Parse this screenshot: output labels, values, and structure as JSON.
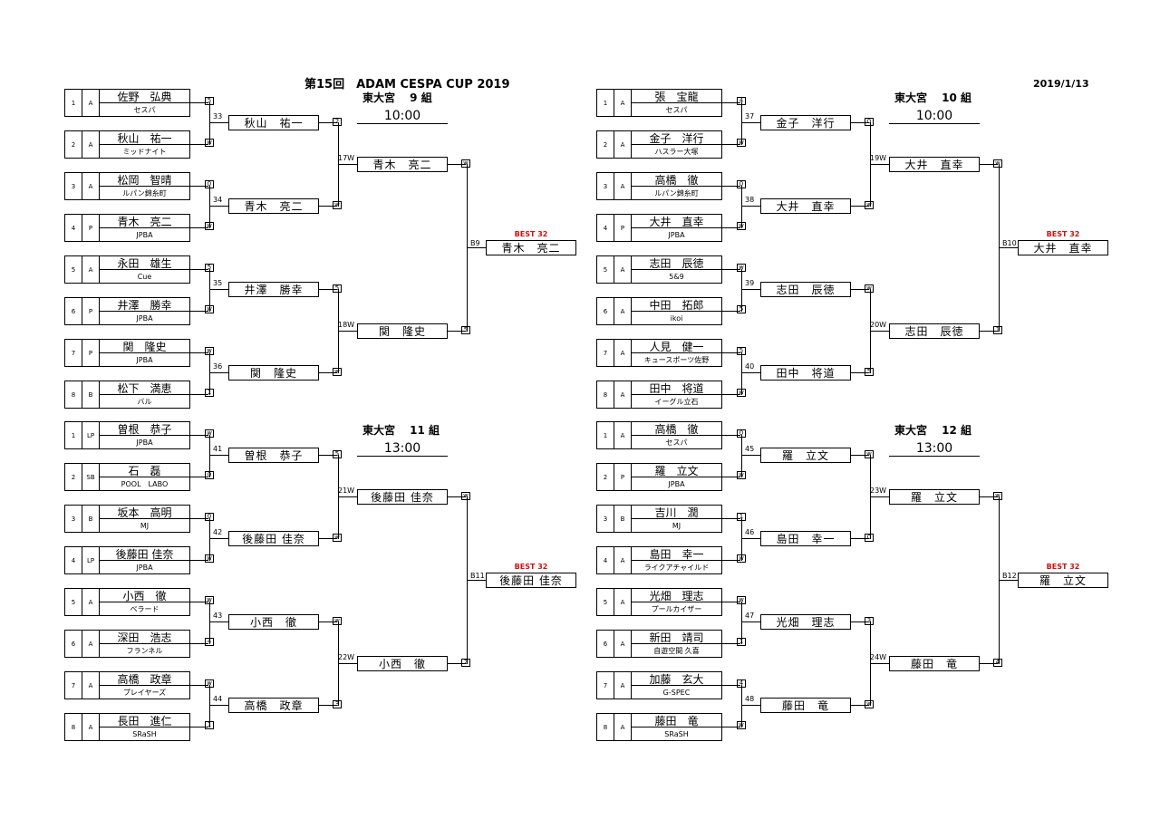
{
  "header": {
    "title": "第15回　ADAM CESPA CUP 2019",
    "date": "2019/1/13"
  },
  "blocks": [
    {
      "group_label": "東大宮　 9 組",
      "time": "10:00",
      "best_label": "BEST 32",
      "seats": [
        {
          "no": "1",
          "cls": "A",
          "name": "佐野　弘典",
          "club": "セスパ",
          "score": "5"
        },
        {
          "no": "2",
          "cls": "A",
          "name": "秋山　祐一",
          "club": "ミッドナイト",
          "score": "w"
        },
        {
          "no": "3",
          "cls": "A",
          "name": "松岡　智晴",
          "club": "ルパン錦糸町",
          "score": "0"
        },
        {
          "no": "4",
          "cls": "P",
          "name": "青木　亮二",
          "club": "JPBA",
          "score": "w"
        },
        {
          "no": "5",
          "cls": "A",
          "name": "永田　雄生",
          "club": "Cue",
          "score": "5"
        },
        {
          "no": "6",
          "cls": "P",
          "name": "井澤　勝幸",
          "club": "JPBA",
          "score": "w"
        },
        {
          "no": "7",
          "cls": "P",
          "name": "関　隆史",
          "club": "JPBA",
          "score": "w"
        },
        {
          "no": "8",
          "cls": "B",
          "name": "松下　満恵",
          "club": "バル",
          "score": "1"
        }
      ],
      "r2": [
        {
          "match": "33",
          "name": "秋山　祐一",
          "score": "2"
        },
        {
          "match": "34",
          "name": "青木　亮二",
          "score": "w"
        },
        {
          "match": "35",
          "name": "井澤　勝幸",
          "score": "5"
        },
        {
          "match": "36",
          "name": "関　隆史",
          "score": "w"
        }
      ],
      "r3": [
        {
          "match": "17W",
          "name": "青木　亮二",
          "score": "w"
        },
        {
          "match": "18W",
          "name": "関　隆史",
          "score": "5"
        }
      ],
      "final": {
        "match": "B9",
        "name": "青木　亮二"
      }
    },
    {
      "group_label": "東大宮　 10 組",
      "time": "10:00",
      "best_label": "BEST 32",
      "seats": [
        {
          "no": "1",
          "cls": "A",
          "name": "張　宝龍",
          "club": "セスパ",
          "score": "4"
        },
        {
          "no": "2",
          "cls": "A",
          "name": "金子　洋行",
          "club": "ハスラー大塚",
          "score": "w"
        },
        {
          "no": "3",
          "cls": "A",
          "name": "高橋　徹",
          "club": "ルパン錦糸町",
          "score": "0"
        },
        {
          "no": "4",
          "cls": "P",
          "name": "大井　直幸",
          "club": "JPBA",
          "score": "w"
        },
        {
          "no": "5",
          "cls": "A",
          "name": "志田　辰徳",
          "club": "5&9",
          "score": "w"
        },
        {
          "no": "6",
          "cls": "A",
          "name": "中田　拓郎",
          "club": "ikoi",
          "score": "5"
        },
        {
          "no": "7",
          "cls": "A",
          "name": "人見　健一",
          "club": "キュースポーツ佐野",
          "score": "5"
        },
        {
          "no": "8",
          "cls": "A",
          "name": "田中　将道",
          "club": "イーグル立石",
          "score": "w"
        }
      ],
      "r2": [
        {
          "match": "37",
          "name": "金子　洋行",
          "score": "0"
        },
        {
          "match": "38",
          "name": "大井　直幸",
          "score": "w"
        },
        {
          "match": "39",
          "name": "志田　辰徳",
          "score": "w"
        },
        {
          "match": "40",
          "name": "田中　将道",
          "score": "5"
        }
      ],
      "r3": [
        {
          "match": "19W",
          "name": "大井　直幸",
          "score": "w"
        },
        {
          "match": "20W",
          "name": "志田　辰徳",
          "score": "1"
        }
      ],
      "final": {
        "match": "B10",
        "name": "大井　直幸"
      }
    },
    {
      "group_label": "東大宮　 11 組",
      "time": "13:00",
      "best_label": "BEST 32",
      "seats": [
        {
          "no": "1",
          "cls": "LP",
          "name": "曽根　恭子",
          "club": "JPBA",
          "score": "w"
        },
        {
          "no": "2",
          "cls": "SB",
          "name": "石　磊",
          "club": "POOL　LABO",
          "score": "0"
        },
        {
          "no": "3",
          "cls": "B",
          "name": "坂本　高明",
          "club": "MJ",
          "score": "0"
        },
        {
          "no": "4",
          "cls": "LP",
          "name": "後藤田 佳奈",
          "club": "JPBA",
          "score": "w"
        },
        {
          "no": "5",
          "cls": "A",
          "name": "小西　徹",
          "club": "ベラード",
          "score": "w"
        },
        {
          "no": "6",
          "cls": "A",
          "name": "深田　浩志",
          "club": "フランネル",
          "score": "4"
        },
        {
          "no": "7",
          "cls": "A",
          "name": "高橋　政章",
          "club": "プレイヤーズ",
          "score": "w"
        },
        {
          "no": "8",
          "cls": "A",
          "name": "長田　進仁",
          "club": "SRaSH",
          "score": "1"
        }
      ],
      "r2": [
        {
          "match": "41",
          "name": "曽根　恭子",
          "score": "5"
        },
        {
          "match": "42",
          "name": "後藤田 佳奈",
          "score": "w"
        },
        {
          "match": "43",
          "name": "小西　徹",
          "score": "w"
        },
        {
          "match": "44",
          "name": "高橋　政章",
          "score": "3"
        }
      ],
      "r3": [
        {
          "match": "21W",
          "name": "後藤田 佳奈",
          "score": "w"
        },
        {
          "match": "22W",
          "name": "小西　徹",
          "score": "2"
        }
      ],
      "final": {
        "match": "B11",
        "name": "後藤田 佳奈"
      }
    },
    {
      "group_label": "東大宮　 12 組",
      "time": "13:00",
      "best_label": "BEST 32",
      "seats": [
        {
          "no": "1",
          "cls": "A",
          "name": "高橋　徹",
          "club": "セスパ",
          "score": "0"
        },
        {
          "no": "2",
          "cls": "P",
          "name": "羅　立文",
          "club": "JPBA",
          "score": "w"
        },
        {
          "no": "3",
          "cls": "B",
          "name": "吉川　潤",
          "club": "MJ",
          "score": "1"
        },
        {
          "no": "4",
          "cls": "A",
          "name": "島田　幸一",
          "club": "ライクアチャイルド",
          "score": "w"
        },
        {
          "no": "5",
          "cls": "A",
          "name": "光畑　理志",
          "club": "プールカイザー",
          "score": "w"
        },
        {
          "no": "6",
          "cls": "A",
          "name": "新田　靖司",
          "club": "自遊空間 久喜",
          "score": "1"
        },
        {
          "no": "7",
          "cls": "A",
          "name": "加藤　玄大",
          "club": "G-SPEC",
          "score": "4"
        },
        {
          "no": "8",
          "cls": "A",
          "name": "藤田　竜",
          "club": "SRaSH",
          "score": "w"
        }
      ],
      "r2": [
        {
          "match": "45",
          "name": "羅　立文",
          "score": "w"
        },
        {
          "match": "46",
          "name": "島田　幸一",
          "score": "0"
        },
        {
          "match": "47",
          "name": "光畑　理志",
          "score": "3"
        },
        {
          "match": "48",
          "name": "藤田　竜",
          "score": "w"
        }
      ],
      "r3": [
        {
          "match": "23W",
          "name": "羅　立文",
          "score": "w"
        },
        {
          "match": "24W",
          "name": "藤田　竜",
          "score": "4"
        }
      ],
      "final": {
        "match": "B12",
        "name": "羅　立文"
      }
    }
  ]
}
